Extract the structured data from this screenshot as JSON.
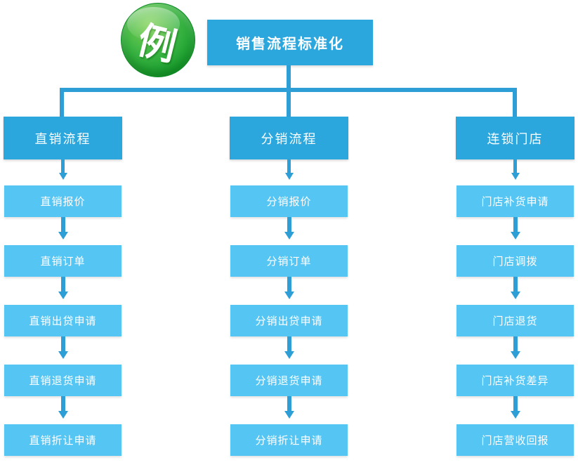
{
  "badge": {
    "label": "例"
  },
  "root": {
    "title": "销售流程标准化"
  },
  "columns": [
    {
      "header": "直销流程",
      "items": [
        "直销报价",
        "直销订单",
        "直销出贷申请",
        "直销退货申请",
        "直销折让申请"
      ]
    },
    {
      "header": "分销流程",
      "items": [
        "分销报价",
        "分销订单",
        "分销出贷申请",
        "分销退货申请",
        "分销折让申请"
      ]
    },
    {
      "header": "连锁门店",
      "items": [
        "门店补货申请",
        "门店调拨",
        "门店退货",
        "门店补货差异",
        "门店营收回报"
      ]
    }
  ],
  "colors": {
    "header_blue": "#2BA7DE",
    "item_blue": "#55C6F3",
    "connector_blue": "#2E9FD6",
    "badge_green_dark": "#0E8F25",
    "badge_green_light": "#7FD153",
    "text": "#FFFFFF"
  }
}
